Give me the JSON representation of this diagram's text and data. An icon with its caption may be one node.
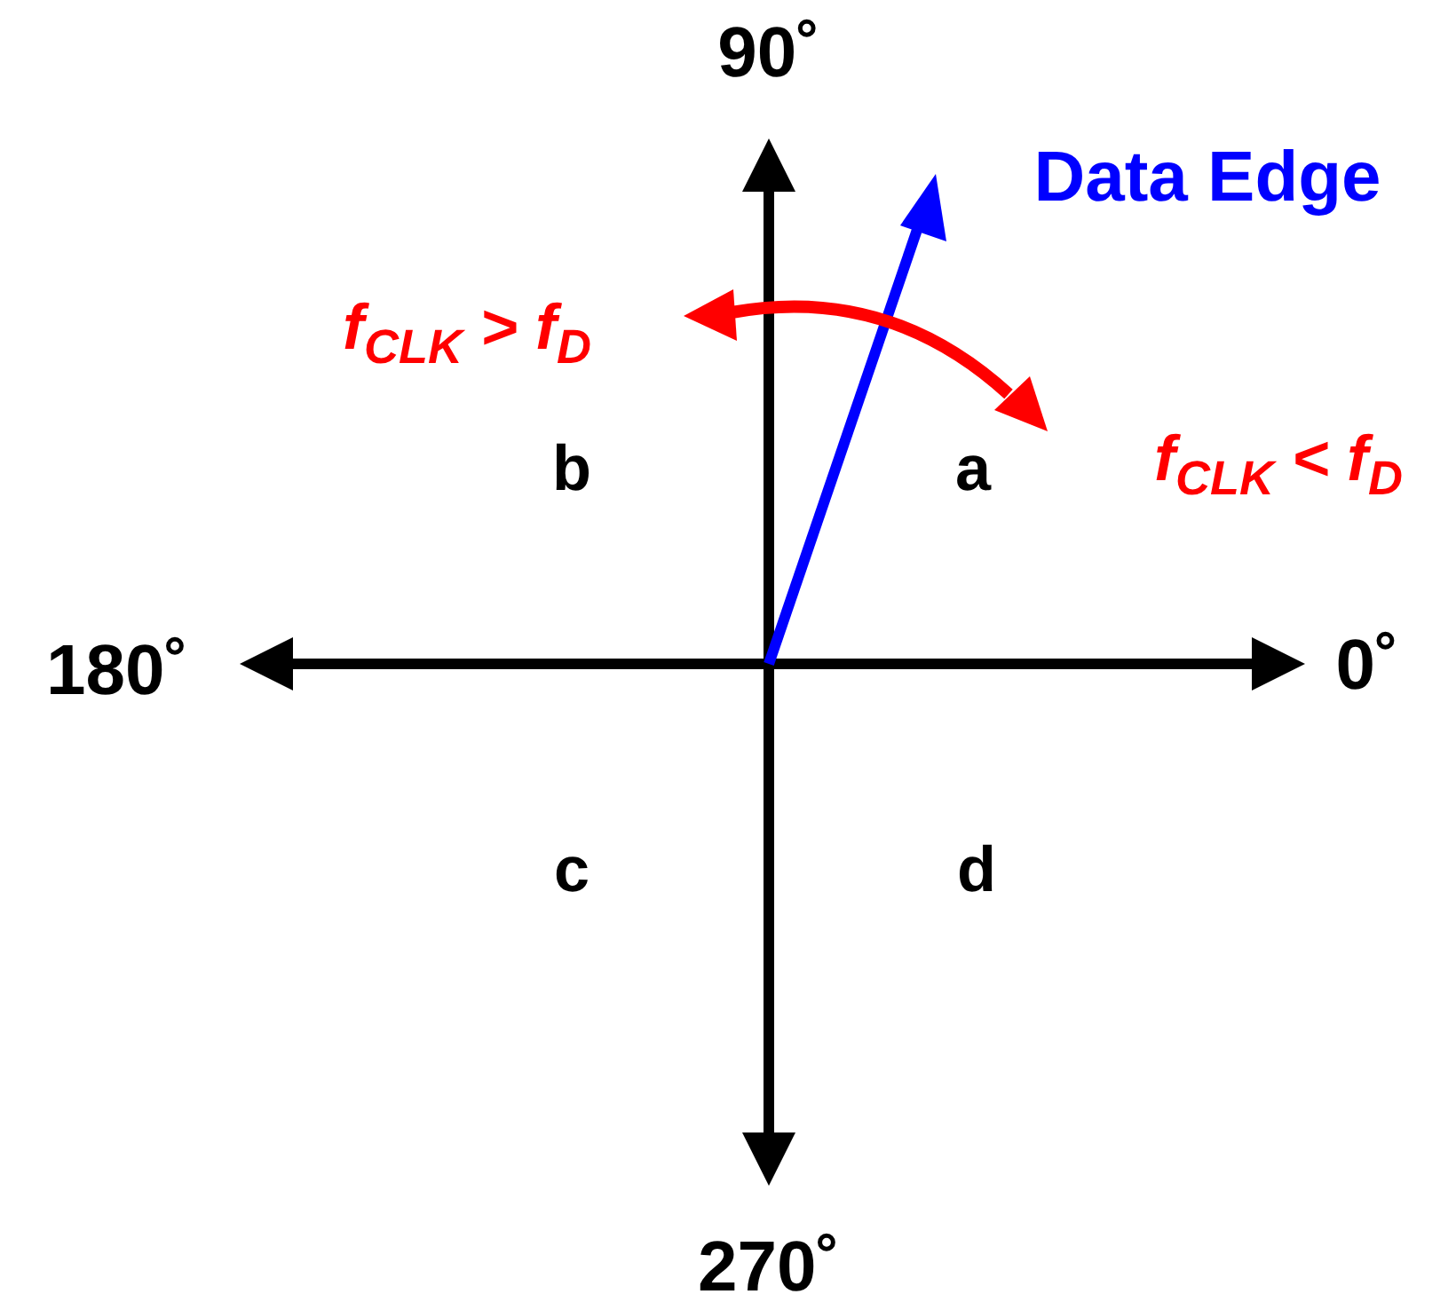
{
  "diagram": {
    "labels": [
      "90˚",
      "Data Edge",
      "f$_{CLK}$ > f$_{D}$",
      "b",
      "a",
      "f$_{CLK}$ < f$_{D}$",
      "180˚",
      "0˚",
      "c",
      "d",
      "270˚"
    ]
  }
}
